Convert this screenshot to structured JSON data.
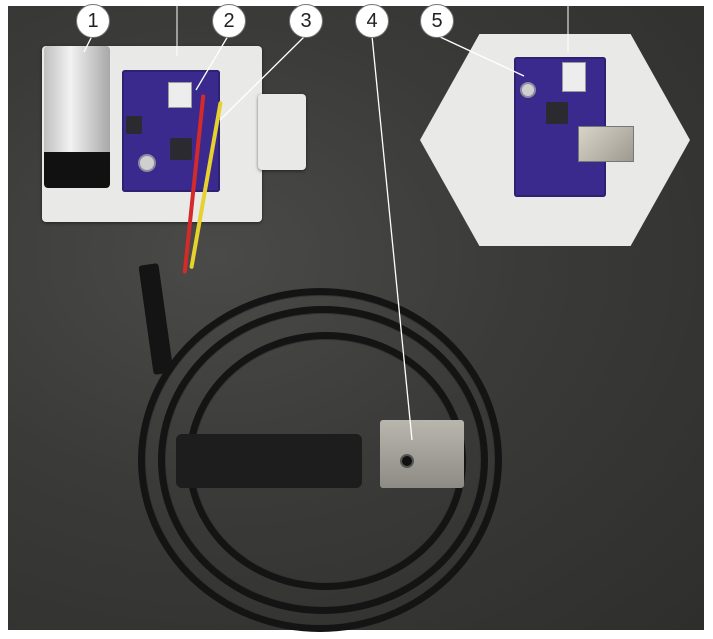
{
  "figure": {
    "description": "Photo of wireless sensor hardware: battery-powered node, receiver board, and cabled accelerometer",
    "background_color": "#3a3a38",
    "pcb_color": "#3b2a8e"
  },
  "callouts": [
    {
      "number": "1",
      "target": "9V battery"
    },
    {
      "number": "2",
      "target": "radio module on node PCB"
    },
    {
      "number": "3",
      "target": "sensor header wires"
    },
    {
      "number": "4",
      "target": "accelerometer sensor"
    },
    {
      "number": "5",
      "target": "receiver/base station PCB"
    }
  ]
}
